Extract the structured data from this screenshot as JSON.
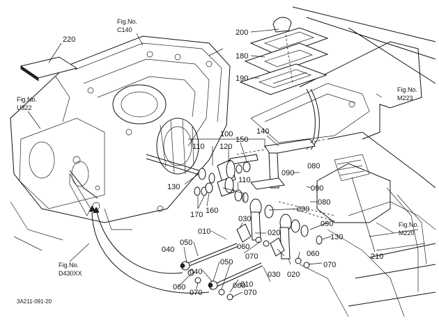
{
  "diagram": {
    "drawing_code": "3A211-091-20",
    "part_numbers": {
      "p220": "220",
      "p200": "200",
      "p180": "180",
      "p190": "190",
      "p100": "100",
      "p110a": "110",
      "p120": "120",
      "p150": "150",
      "p140": "140",
      "p130a": "130",
      "p110b": "110",
      "p170": "170",
      "p160": "160",
      "p090a": "090",
      "p090b": "090",
      "p090c": "090",
      "p090d": "090",
      "p080a": "080",
      "p080b": "080",
      "p130b": "130",
      "p210": "210",
      "p010a": "010",
      "p030a": "030",
      "p020a": "020",
      "p040a": "040",
      "p050a": "050",
      "p060a": "060",
      "p070a": "070",
      "p060b": "060",
      "p070b": "070",
      "p030b": "030",
      "p020b": "020",
      "p060c": "060",
      "p070c": "070",
      "p040b": "040",
      "p050b": "050",
      "p010b": "010",
      "p060d": "060",
      "p070d": "070"
    },
    "figure_refs": {
      "c140": {
        "caption": "Fig.No.",
        "number": "C140"
      },
      "u322": {
        "caption": "Fig.No.",
        "number": "U322"
      },
      "m223": {
        "caption": "Fig.No.",
        "number": "M223"
      },
      "d430": {
        "caption": "Fig.No.",
        "number": "D430XX"
      },
      "m220": {
        "caption": "Fig.No.",
        "number": "M220"
      }
    }
  }
}
